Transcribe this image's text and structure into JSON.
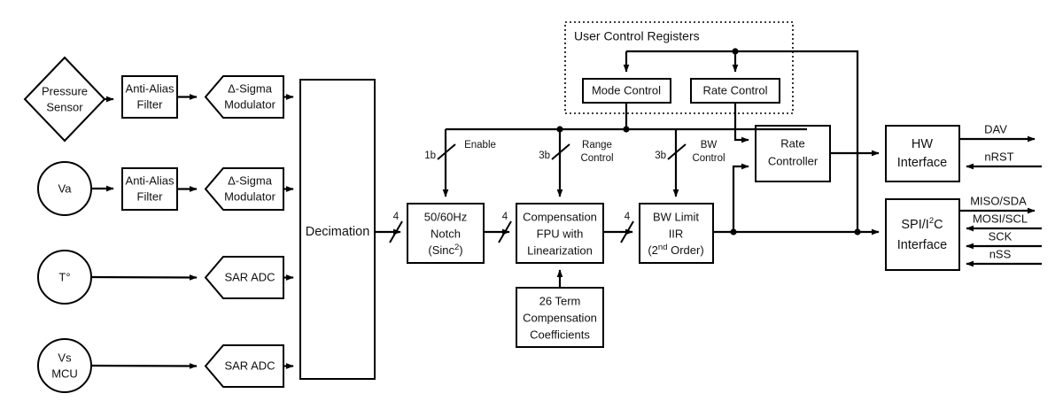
{
  "diagram": {
    "title_group": "User Control Registers",
    "sources": [
      {
        "name": "pressure-sensor",
        "shape": "diamond",
        "line1": "Pressure",
        "line2": "Sensor"
      },
      {
        "name": "va-source",
        "shape": "circle",
        "line1": "Va",
        "line2": ""
      },
      {
        "name": "temperature-source",
        "shape": "circle",
        "line1": "T°",
        "line2": ""
      },
      {
        "name": "vs-mcu-source",
        "shape": "circle",
        "line1": "Vs",
        "line2": "MCU"
      }
    ],
    "filters": [
      {
        "name": "anti-alias-filter-1",
        "line1": "Anti-Alias",
        "line2": "Filter"
      },
      {
        "name": "anti-alias-filter-2",
        "line1": "Anti-Alias",
        "line2": "Filter"
      }
    ],
    "converters": [
      {
        "name": "delta-sigma-modulator-1",
        "line1": "Δ-Sigma",
        "line2": "Modulator"
      },
      {
        "name": "delta-sigma-modulator-2",
        "line1": "Δ-Sigma",
        "line2": "Modulator"
      },
      {
        "name": "sar-adc-1",
        "line1": "SAR ADC",
        "line2": ""
      },
      {
        "name": "sar-adc-2",
        "line1": "SAR ADC",
        "line2": ""
      }
    ],
    "decimation": "Decimation",
    "notch": {
      "line1": "50/60Hz",
      "line2": "Notch",
      "line3": "(Sinc",
      "sup": "2",
      "line3b": ")"
    },
    "compensation": {
      "line1": "Compensation",
      "line2": "FPU with",
      "line3": "Linearization"
    },
    "coefficients": {
      "line1": "26 Term",
      "line2": "Compensation",
      "line3": "Coefficients"
    },
    "bw_limit": {
      "line1": "BW Limit",
      "line2": "IIR",
      "line3a": "(2",
      "sup": "nd",
      "line3b": " Order)"
    },
    "mode_control": "Mode Control",
    "rate_control": "Rate Control",
    "rate_controller": {
      "line1": "Rate",
      "line2": "Controller"
    },
    "hw_interface": {
      "line1": "HW",
      "line2": "Interface"
    },
    "spi_interface": {
      "line1a": "SPI/I",
      "sup": "2",
      "line1b": "C",
      "line2": "Interface"
    },
    "control_signals": [
      {
        "name": "enable-control",
        "bits": "1b",
        "line1": "Enable",
        "line2": ""
      },
      {
        "name": "range-control",
        "bits": "3b",
        "line1": "Range",
        "line2": "Control"
      },
      {
        "name": "bw-control",
        "bits": "3b",
        "line1": "BW",
        "line2": "Control"
      }
    ],
    "bus_widths": [
      "4",
      "4",
      "4"
    ],
    "pins": [
      {
        "name": "dav-pin",
        "label": "DAV",
        "direction": "out"
      },
      {
        "name": "nrst-pin",
        "label": "nRST",
        "direction": "in"
      },
      {
        "name": "miso-sda-pin",
        "label": "MISO/SDA",
        "direction": "out"
      },
      {
        "name": "mosi-scl-pin",
        "label": "MOSI/SCL",
        "direction": "in"
      },
      {
        "name": "sck-pin",
        "label": "SCK",
        "direction": "in"
      },
      {
        "name": "nss-pin",
        "label": "nSS",
        "direction": "in"
      }
    ],
    "colors": {
      "stroke": "#000000",
      "fill": "#ffffff",
      "text": "#111111"
    }
  }
}
